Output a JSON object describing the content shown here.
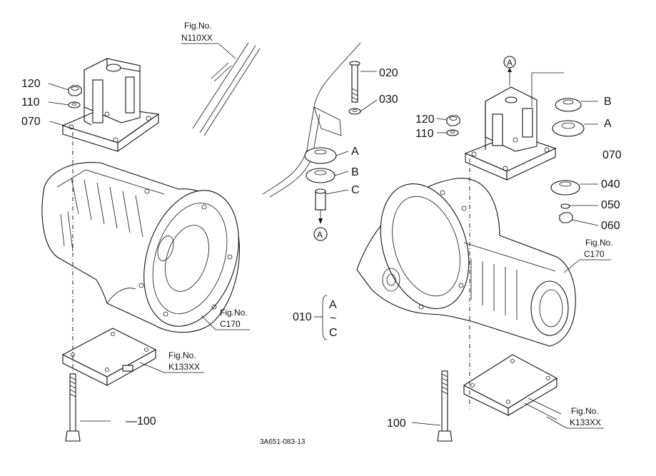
{
  "diagram_code": "3A651-083-13",
  "left_assembly": {
    "parts": {
      "p120": "120",
      "p110": "110",
      "p070": "070",
      "p100": "100"
    },
    "refs": {
      "n110": {
        "fig": "Fig.No.",
        "num": "N110XX"
      },
      "c170": {
        "fig": "Fig.No.",
        "num": "C170"
      },
      "k133": {
        "fig": "Fig.No.",
        "num": "K133XX"
      }
    }
  },
  "center_assembly": {
    "parts": {
      "p020": "020",
      "p030": "030",
      "A": "A",
      "B": "B",
      "C": "C",
      "circleA": "A"
    },
    "range": {
      "num": "010",
      "from": "A",
      "tilde": "~",
      "to": "C"
    }
  },
  "right_assembly": {
    "parts": {
      "p120": "120",
      "p110": "110",
      "p070": "070",
      "p040": "040",
      "p050": "050",
      "p060": "060",
      "p100": "100",
      "B": "B",
      "A": "A",
      "circleA": "A"
    },
    "refs": {
      "c170": {
        "fig": "Fig.No.",
        "num": "C170"
      },
      "k133": {
        "fig": "Fig.No.",
        "num": "K133XX"
      }
    }
  }
}
